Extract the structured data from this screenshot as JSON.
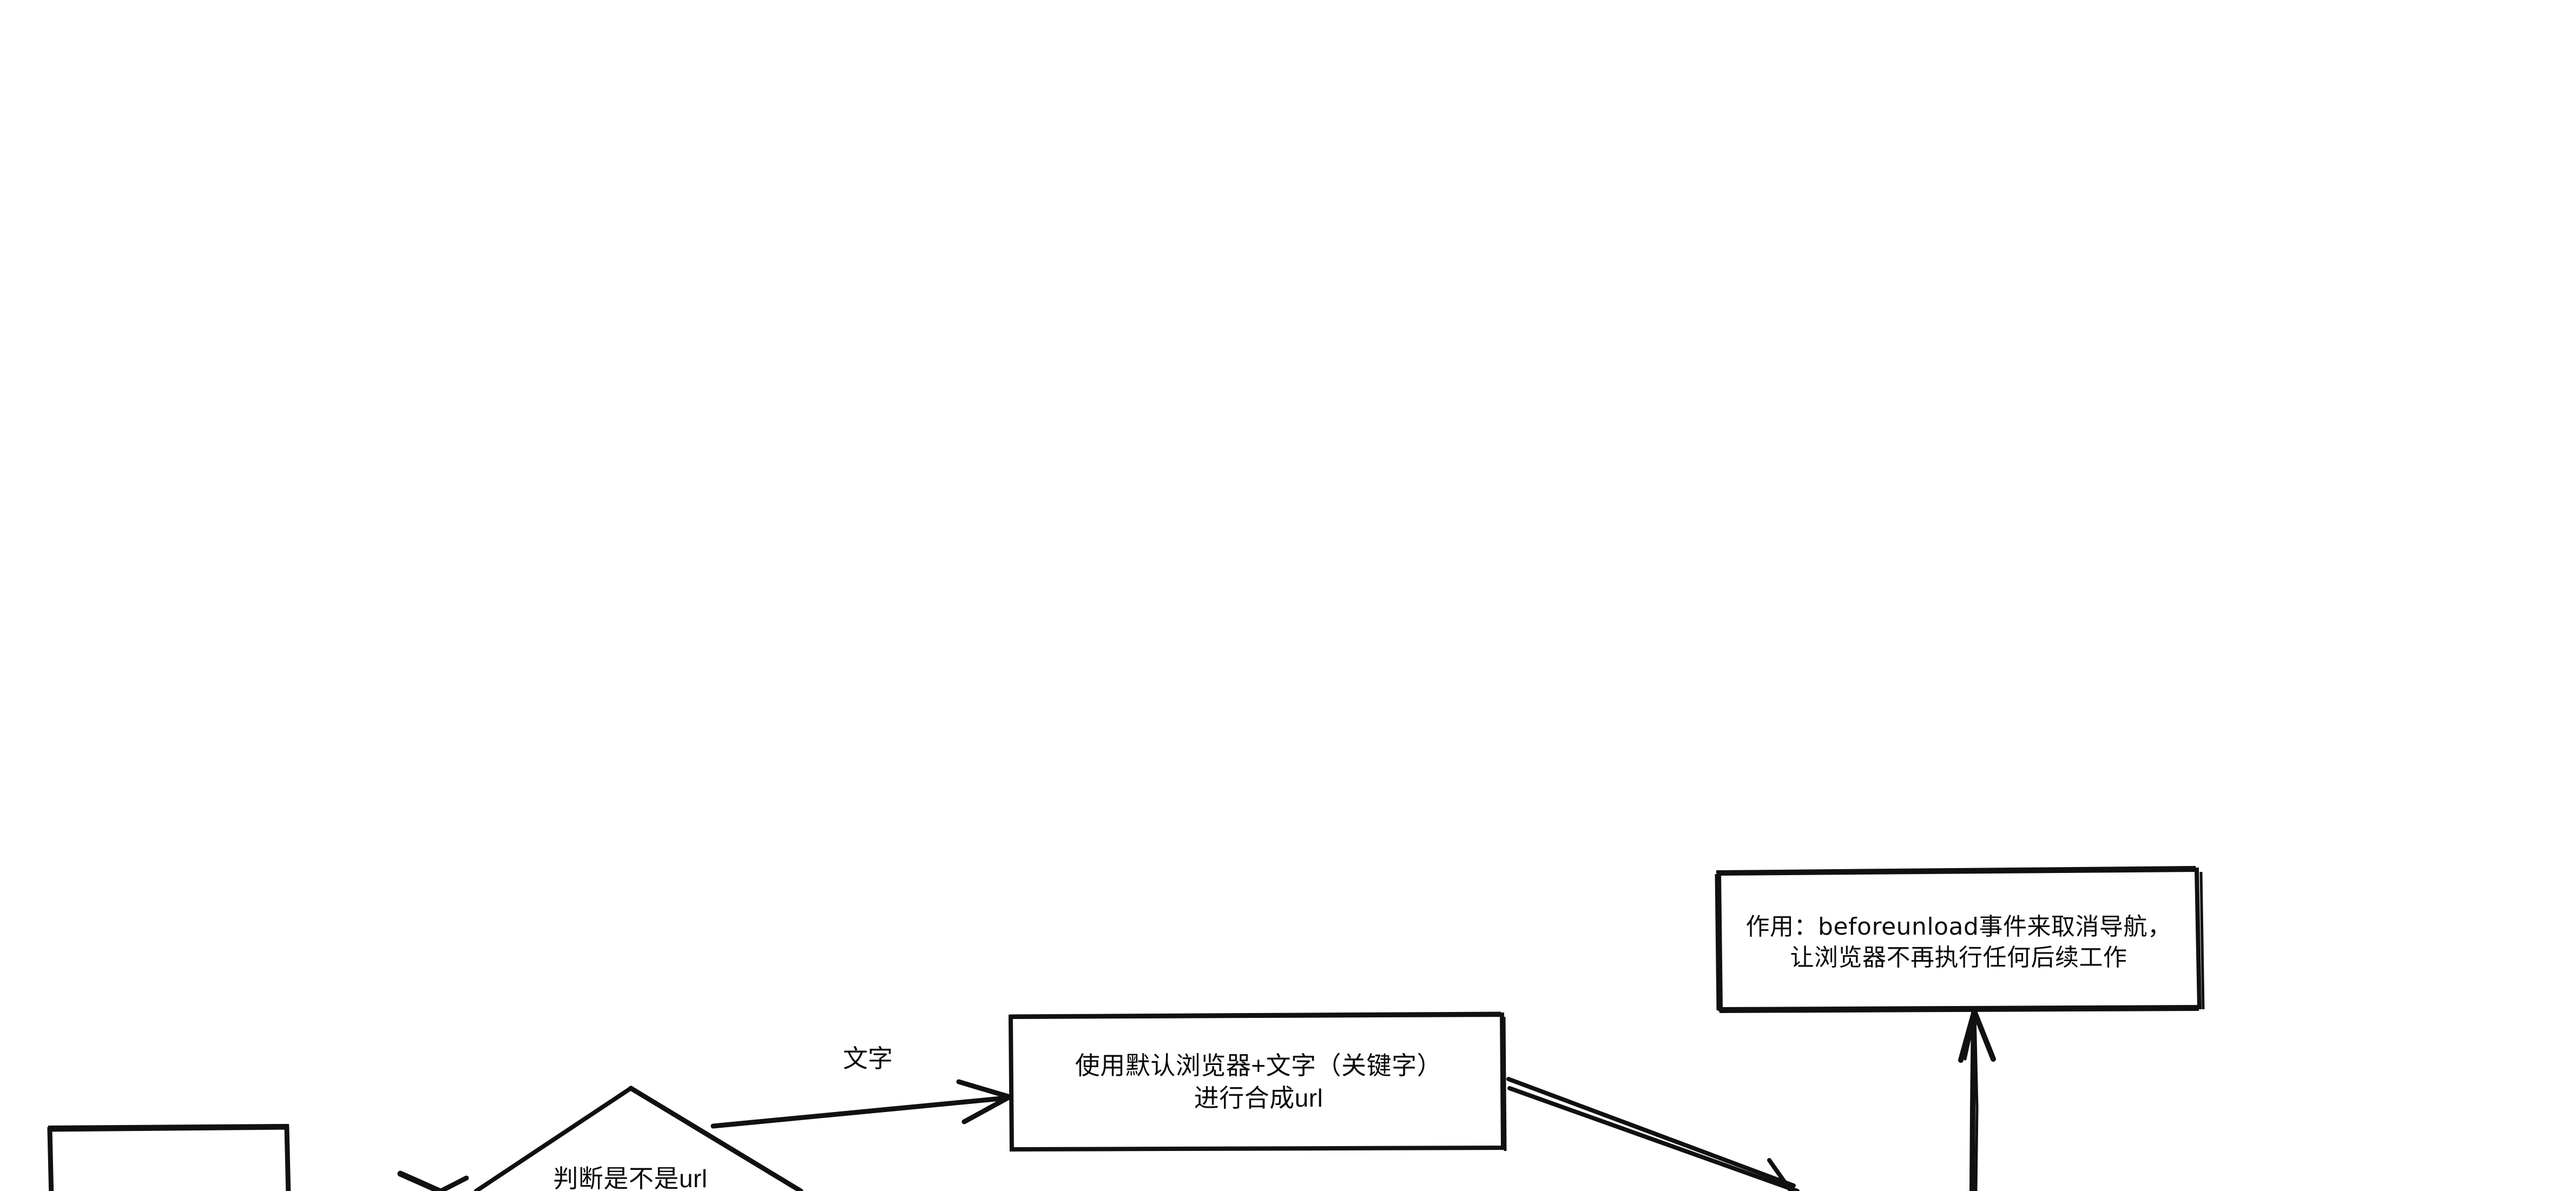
{
  "diagram": {
    "title_present": false,
    "background_color": "#ffffff",
    "stroke_color": "#111111",
    "text_color": "#0a0a0a",
    "nodes": [
      {
        "id": "node-empty-box",
        "shape": "rectangle",
        "text": "",
        "note": "empty rectangle, clipped by bottom edge of frame"
      },
      {
        "id": "node-decision-is-url",
        "shape": "diamond",
        "text": "判断是不是url",
        "note": "decision diamond, text clipped by bottom edge of frame"
      },
      {
        "id": "node-compose-url",
        "shape": "rectangle",
        "text": "使用默认浏览器+文字（关键字）\n进行合成url"
      },
      {
        "id": "node-beforeunload",
        "shape": "rectangle",
        "text_prefix": "作用：",
        "text_code": "beforeunload",
        "text_suffix": " 事件来取消导航，",
        "text_line2": "让浏览器不再执行任何后续工作",
        "text_full": "作用：beforeunload 事件来取消导航，\n让浏览器不再执行任何后续工作"
      }
    ],
    "edges": [
      {
        "id": "edge-empty-to-decision",
        "from": "node-empty-box",
        "to": "node-decision-is-url",
        "label": "",
        "style": "solid-arrow"
      },
      {
        "id": "edge-decision-to-compose",
        "from": "node-decision-is-url",
        "to": "node-compose-url",
        "label": "文字",
        "style": "solid-arrow"
      },
      {
        "id": "edge-compose-to-downright",
        "from": "node-compose-url",
        "to": "offscreen-bottom-right",
        "label": "",
        "style": "thick-double-line"
      },
      {
        "id": "edge-up-to-beforeunload",
        "from": "offscreen-bottom",
        "to": "node-beforeunload",
        "label": "",
        "style": "solid-arrow-up"
      }
    ]
  }
}
